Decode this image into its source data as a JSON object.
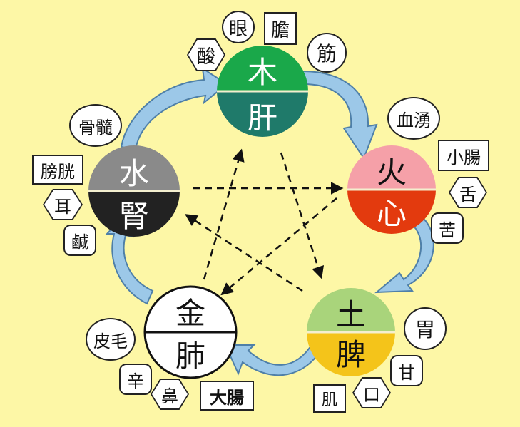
{
  "elements": [
    {
      "key": "wood",
      "element": "木",
      "organ": "肝",
      "top": "#1aa84a",
      "bottom": "#1f7a6a",
      "text_top": "#fff",
      "text_bottom": "#fff"
    },
    {
      "key": "fire",
      "element": "火",
      "organ": "心",
      "top": "#f5a0a8",
      "bottom": "#e33a0e",
      "text_top": "#111",
      "text_bottom": "#fff"
    },
    {
      "key": "earth",
      "element": "土",
      "organ": "脾",
      "top": "#a9d47b",
      "bottom": "#f4c41a",
      "text_top": "#111",
      "text_bottom": "#111"
    },
    {
      "key": "metal",
      "element": "金",
      "organ": "肺",
      "top": "#ffffff",
      "bottom": "#ffffff",
      "text_top": "#111",
      "text_bottom": "#111"
    },
    {
      "key": "water",
      "element": "水",
      "organ": "腎",
      "top": "#8a8a8a",
      "bottom": "#222222",
      "text_top": "#fff",
      "text_bottom": "#fff"
    }
  ],
  "labels": {
    "wood": {
      "eye": "眼",
      "tendon": "膽",
      "sour": "酸",
      "muscle": "筋"
    },
    "fire": {
      "blood": "血湧",
      "small_intestine": "小腸",
      "tongue": "舌",
      "bitter": "苦"
    },
    "earth": {
      "stomach": "胃",
      "sweet": "甘",
      "mouth": "口",
      "flesh": "肌"
    },
    "metal": {
      "skin": "皮毛",
      "pungent": "辛",
      "nose": "鼻",
      "large_intestine": "大腸"
    },
    "water": {
      "bone": "骨髓",
      "bladder": "膀胱",
      "ear": "耳",
      "salty": "鹹"
    }
  },
  "colors": {
    "background": "#fdf7a6",
    "arrow_fill": "#9cc8e8",
    "arrow_stroke": "#4e7fa8",
    "dashed": "#111111"
  }
}
